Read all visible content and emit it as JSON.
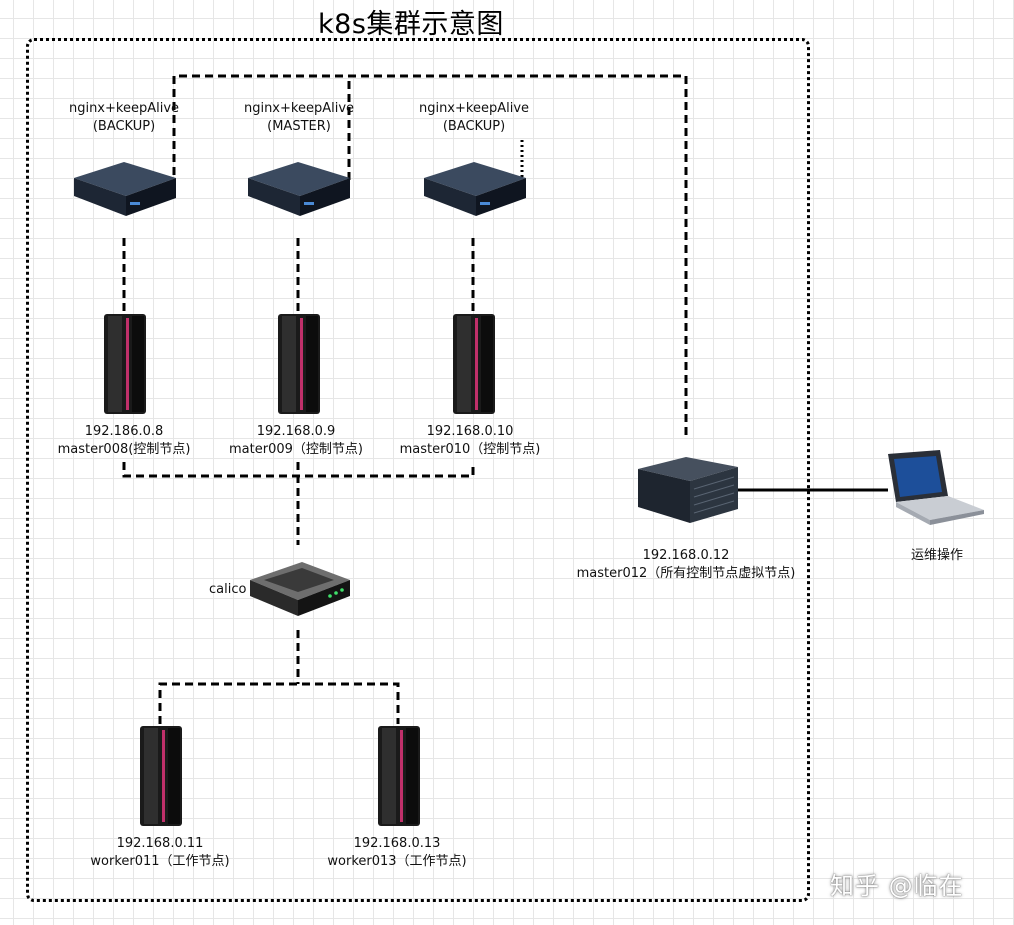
{
  "title": "k8s集群示意图",
  "lb_nodes": [
    {
      "line1": "nginx+keepAlive",
      "line2": "(BACKUP)"
    },
    {
      "line1": "nginx+keepAlive",
      "line2": "(MASTER)"
    },
    {
      "line1": "nginx+keepAlive",
      "line2": "(BACKUP)"
    }
  ],
  "masters": [
    {
      "ip": "192.186.0.8",
      "name": "master008(控制节点)"
    },
    {
      "ip": "192.168.0.9",
      "name": "mater009（控制节点)"
    },
    {
      "ip": "192.168.0.10",
      "name": "master010（控制节点)"
    }
  ],
  "network": {
    "label": "calico"
  },
  "workers": [
    {
      "ip": "192.168.0.11",
      "name": "worker011（工作节点)"
    },
    {
      "ip": "192.168.0.13",
      "name": "worker013（工作节点)"
    }
  ],
  "vip_master": {
    "ip": "192.168.0.12",
    "name": "master012（所有控制节点虚拟节点)"
  },
  "ops": {
    "label": "运维操作"
  },
  "watermark": "知乎 @临在",
  "icons": {
    "load_balancer": "server-appliance-icon",
    "master": "tower-server-icon",
    "network": "router-icon",
    "vip": "rack-server-icon",
    "ops": "laptop-icon"
  }
}
